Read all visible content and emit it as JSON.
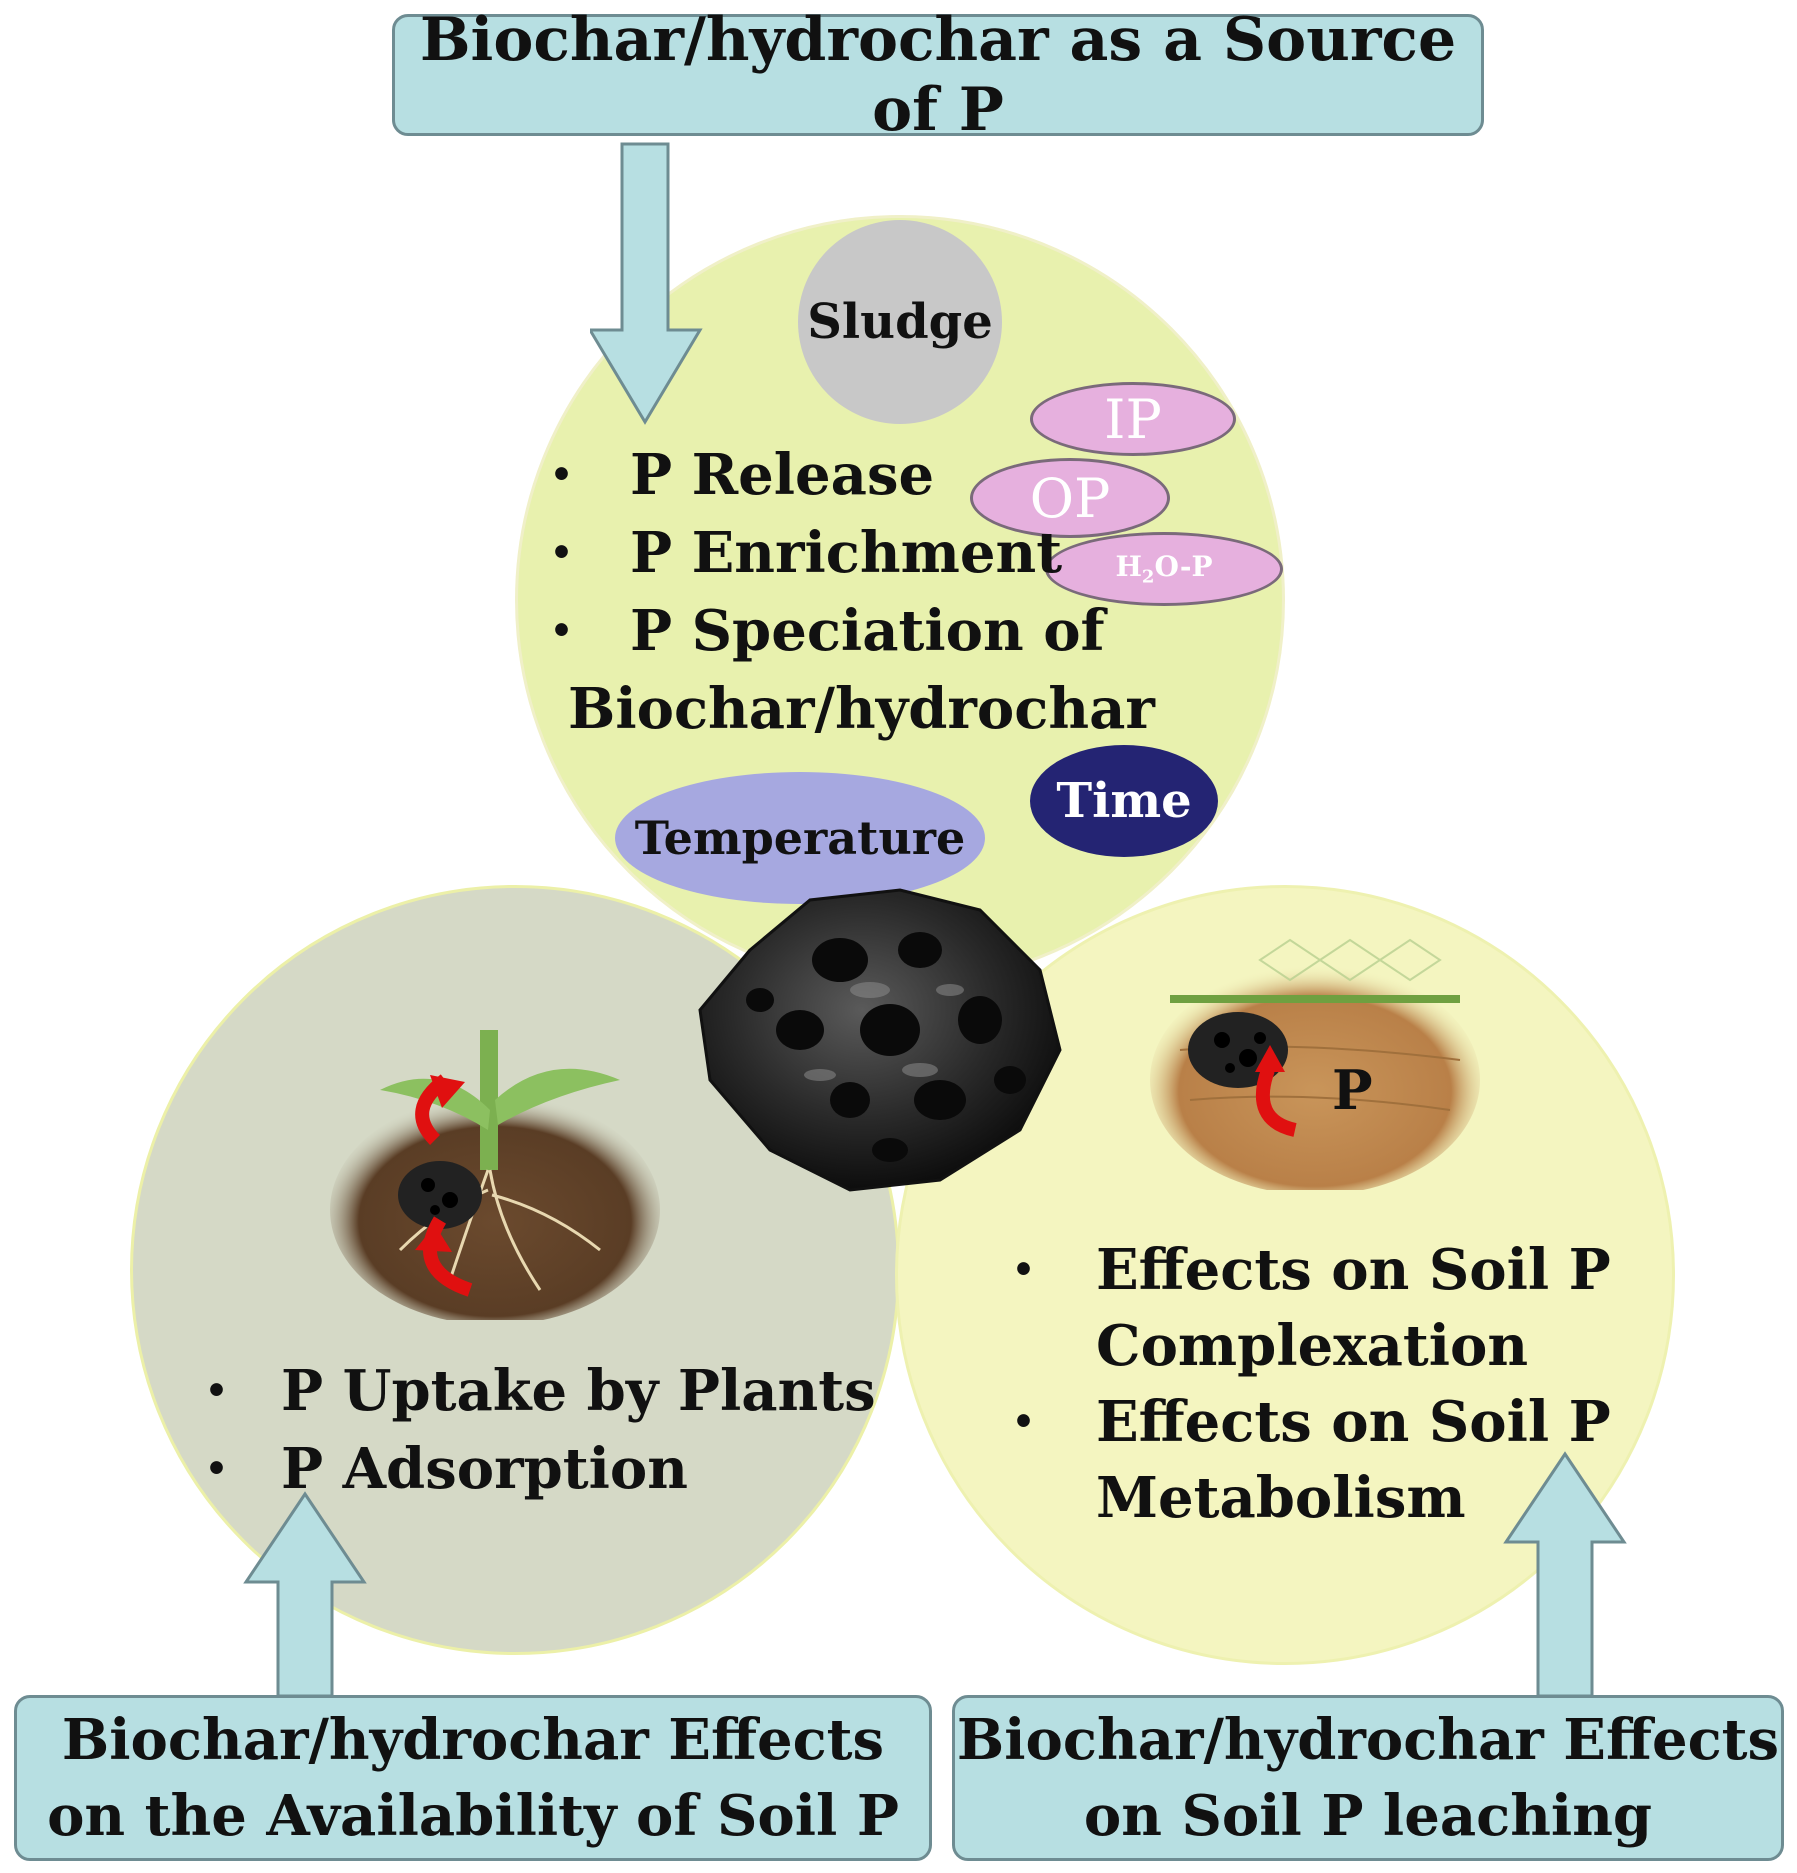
{
  "top_box": {
    "text": "Biochar/hydrochar as a Source of P"
  },
  "bottom_left_box": {
    "line1": "Biochar/hydrochar Effects",
    "line2": "on the Availability of Soil P"
  },
  "bottom_right_box": {
    "line1": "Biochar/hydrochar Effects",
    "line2": "on Soil P leaching"
  },
  "top_circle": {
    "sludge": "Sludge",
    "ip": "IP",
    "op": "OP",
    "h2o_p": {
      "h": "H",
      "sub": "2",
      "rest": "O-P"
    },
    "items": [
      "P Release",
      "P Enrichment",
      "P Speciation of"
    ],
    "continuation": "Biochar/hydrochar",
    "time": "Time",
    "temperature": "Temperature"
  },
  "left_circle": {
    "items": [
      "P Uptake by Plants",
      "P Adsorption"
    ]
  },
  "right_circle": {
    "items": [
      {
        "l1": "Effects on Soil P",
        "l2": "Complexation"
      },
      {
        "l1": "Effects on Soil P",
        "l2": "Metabolism"
      }
    ],
    "p_label": "P"
  },
  "colors": {
    "box_fill": "#b7dfe2",
    "top_circle": "#e8f1ae",
    "left_circle": "#d5d9c6",
    "right_circle": "#f4f5c0",
    "time": "#242473",
    "temperature": "#a6a8e0",
    "pill": "#e6b0de",
    "red_arrow": "#e01010"
  }
}
